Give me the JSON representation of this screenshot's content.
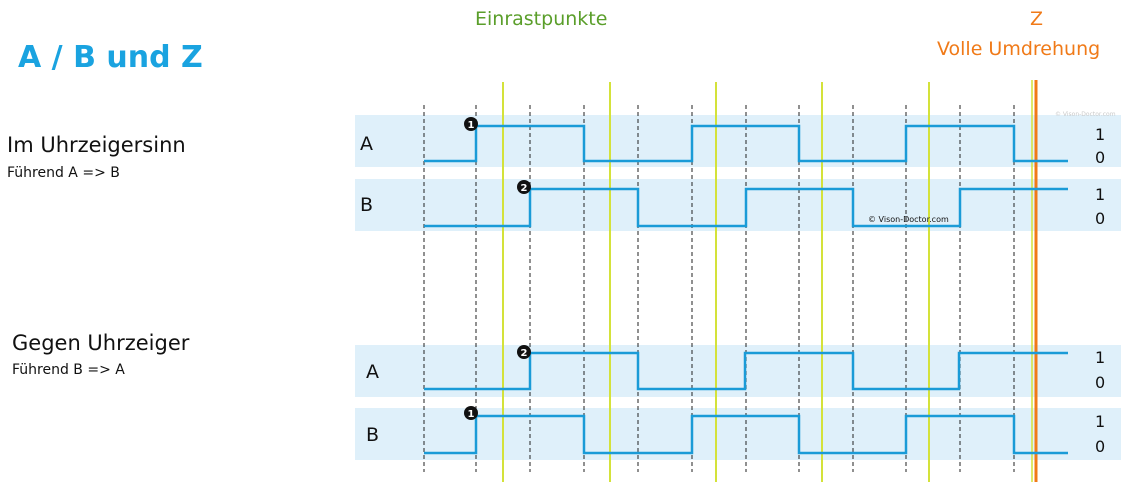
{
  "title": "A / B und Z",
  "top_labels": {
    "detents": "Einrastpunkte",
    "z": "Z",
    "full_rotation": "Volle Umdrehung"
  },
  "sections": [
    {
      "title": "Im Uhrzeigersinn",
      "subtitle": "Führend  A => B",
      "rows": [
        {
          "label": "A",
          "level_high": "1",
          "level_low": "0",
          "marker": "1"
        },
        {
          "label": "B",
          "level_high": "1",
          "level_low": "0",
          "marker": "2"
        }
      ]
    },
    {
      "title": "Gegen Uhrzeiger",
      "subtitle": "Führend  B => A",
      "rows": [
        {
          "label": "A",
          "level_high": "1",
          "level_low": "0",
          "marker": "2"
        },
        {
          "label": "B",
          "level_high": "1",
          "level_low": "0",
          "marker": "1"
        }
      ]
    }
  ],
  "watermark": "© Vison-Doctor.com",
  "watermark_faint": "© Vison-Doctor.com",
  "colors": {
    "title": "#1aa3e0",
    "signal": "#1a9bd7",
    "band": "#dff0fa",
    "detent_line": "#d4e23a",
    "detent_text": "#5a9e2a",
    "z_line": "#f07a18",
    "z_text": "#f07a18"
  }
}
